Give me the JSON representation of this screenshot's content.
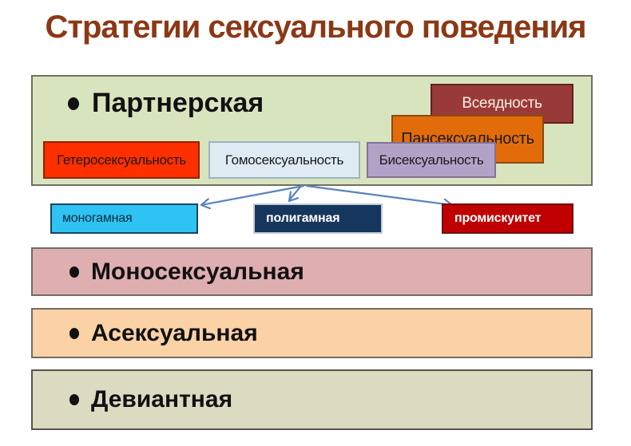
{
  "title": "Стратегии сексуального поведения",
  "title_color": "#8C3815",
  "arrow_color": "#5B82BE",
  "partner_section": {
    "bullet": "•",
    "heading": "Партнерская",
    "bg": "#D8E4BE",
    "boxes": [
      {
        "label": "Всеядность",
        "bg": "#9A3A38",
        "fg": "#F6EDE2",
        "border": "#5E2222"
      },
      {
        "label": "Пансексуальность",
        "bg": "#E36C0A",
        "fg": "#1A1A1A",
        "border": "#8A4A10"
      },
      {
        "label": "Гетеросексуальность",
        "bg": "#FF2F00",
        "fg": "#1A1A1A",
        "border": "#8F2300"
      },
      {
        "label": "Гомосексуальность",
        "bg": "#DEEBF2",
        "fg": "#1A1A1A",
        "border": "#9FB4C0"
      },
      {
        "label": "Бисексуальность",
        "bg": "#B3A2C7",
        "fg": "#1A1A1A",
        "border": "#827197"
      }
    ]
  },
  "strategy_row": [
    {
      "label": "моногамная",
      "bg": "#2EC3F2",
      "fg": "#0B2A3A",
      "border": "#17455F"
    },
    {
      "label": "полигамная",
      "bg": "#17365D",
      "fg": "#FFFFFF",
      "border": "#C3CCD8"
    },
    {
      "label": "промискуитет",
      "bg": "#C00000",
      "fg": "#FFFFFF",
      "border": "#6E1010"
    }
  ],
  "bands": [
    {
      "bullet": "•",
      "label": "Моносексуальная",
      "bg": "#DFAEB1",
      "border": "#6E6E66"
    },
    {
      "bullet": "•",
      "label": "Асексуальная",
      "bg": "#FBD2A6",
      "border": "#6E6E66"
    },
    {
      "bullet": "•",
      "label": "Девиантная",
      "bg": "#DCDAC1",
      "border": "#55554D"
    }
  ]
}
